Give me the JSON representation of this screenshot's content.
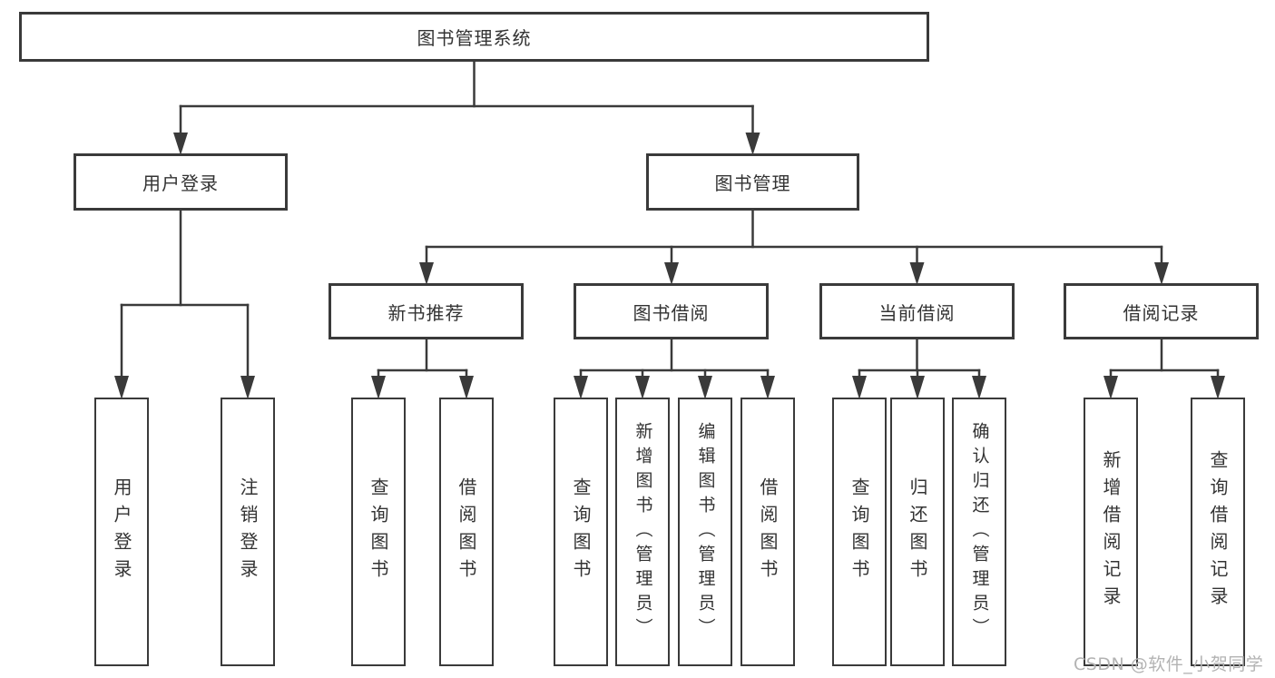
{
  "diagram": {
    "root": {
      "label": "图书管理系统"
    },
    "level2": [
      {
        "id": "user-login",
        "label": "用户登录"
      },
      {
        "id": "book-management",
        "label": "图书管理"
      }
    ],
    "level3": [
      {
        "id": "new-book-recommend",
        "label": "新书推荐",
        "parent": "图书管理"
      },
      {
        "id": "book-borrow",
        "label": "图书借阅",
        "parent": "图书管理"
      },
      {
        "id": "current-borrow",
        "label": "当前借阅",
        "parent": "图书管理"
      },
      {
        "id": "borrow-records",
        "label": "借阅记录",
        "parent": "图书管理"
      }
    ],
    "leaves": [
      {
        "id": "user-login-leaf",
        "label": "用户登录",
        "parent": "用户登录"
      },
      {
        "id": "logout",
        "label": "注销登录",
        "parent": "用户登录"
      },
      {
        "id": "query-books-recommend",
        "label": "查询图书",
        "parent": "新书推荐"
      },
      {
        "id": "borrow-books-recommend",
        "label": "借阅图书",
        "parent": "新书推荐"
      },
      {
        "id": "query-books-borrow",
        "label": "查询图书",
        "parent": "图书借阅"
      },
      {
        "id": "add-book-admin",
        "label": "新增图书（管理员）",
        "parent": "图书借阅"
      },
      {
        "id": "edit-book-admin",
        "label": "编辑图书（管理员）",
        "parent": "图书借阅"
      },
      {
        "id": "borrow-books",
        "label": "借阅图书",
        "parent": "图书借阅"
      },
      {
        "id": "query-books-current",
        "label": "查询图书",
        "parent": "当前借阅"
      },
      {
        "id": "return-book",
        "label": "归还图书",
        "parent": "当前借阅"
      },
      {
        "id": "confirm-return-admin",
        "label": "确认归还（管理员）",
        "parent": "当前借阅"
      },
      {
        "id": "add-borrow-record",
        "label": "新增借阅记录",
        "parent": "借阅记录"
      },
      {
        "id": "query-borrow-record",
        "label": "查询借阅记录",
        "parent": "借阅记录"
      }
    ]
  },
  "watermark": "CSDN @软件_小贺同学",
  "colors": {
    "line": "#3a3a3a",
    "text": "#333333",
    "watermark": "#b3b3b3",
    "background": "#ffffff"
  }
}
